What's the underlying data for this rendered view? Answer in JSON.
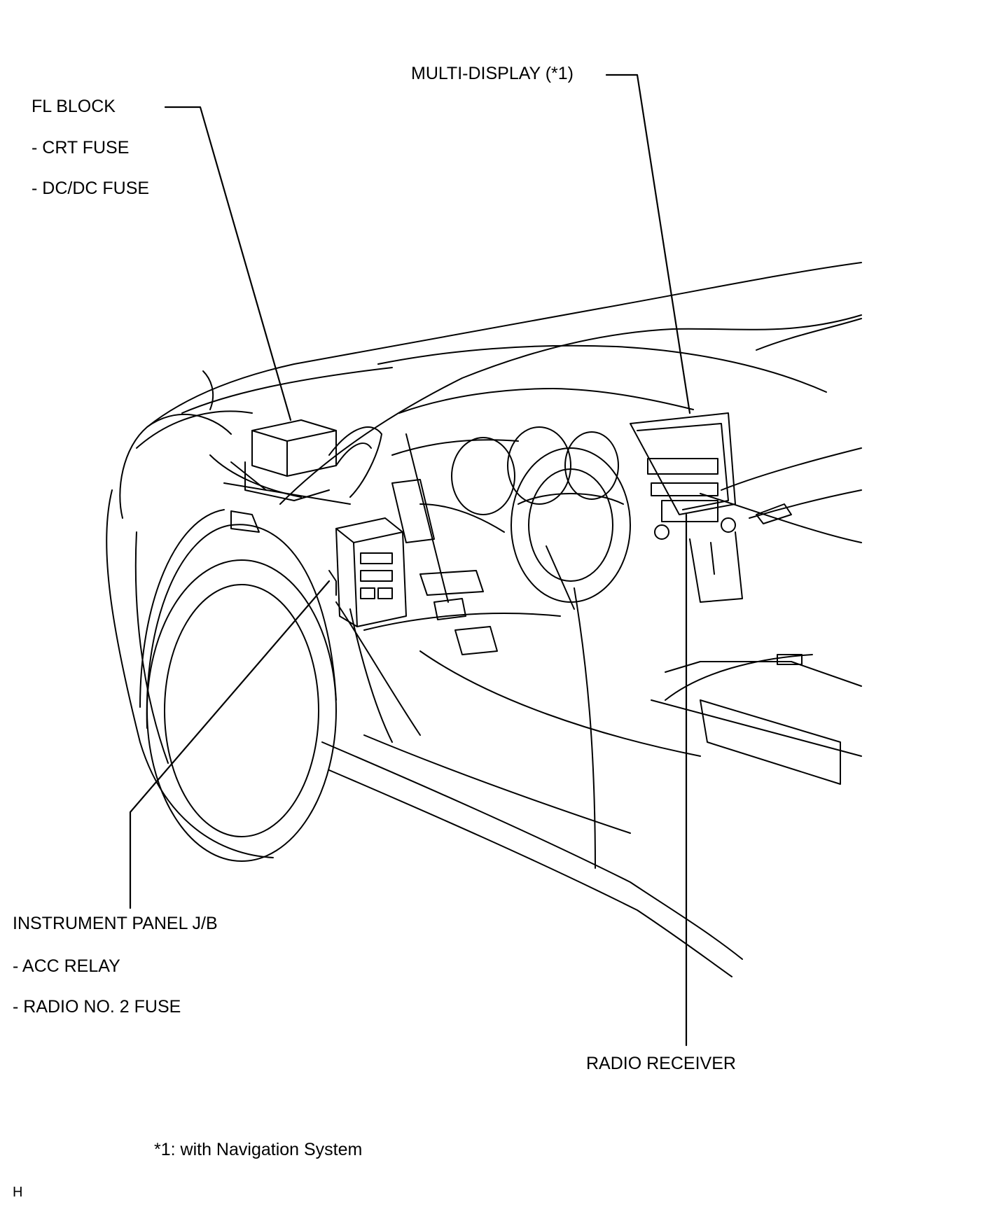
{
  "labels": {
    "multi_display": "MULTI-DISPLAY (*1)",
    "fl_block": "FL BLOCK",
    "crt_fuse": "- CRT FUSE",
    "dcdc_fuse": "- DC/DC FUSE",
    "instrument_panel_jb": "INSTRUMENT PANEL J/B",
    "acc_relay": "- ACC RELAY",
    "radio_no2_fuse": "- RADIO NO. 2 FUSE",
    "radio_receiver": "RADIO RECEIVER"
  },
  "footnote": "*1: with Navigation System",
  "corner_mark": "H"
}
